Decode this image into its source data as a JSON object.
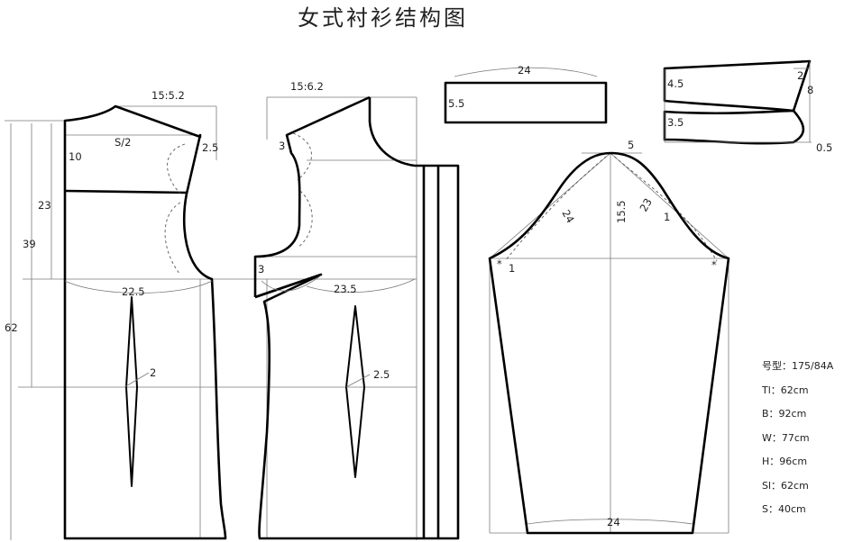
{
  "title": "女式衬衫结构图",
  "labels": {
    "back_shoulder": "15:5.2",
    "front_shoulder": "15:6.2",
    "s_half": "S/2",
    "back_neck_depth": "10",
    "back_shoulder_drop": "2.5",
    "front_shoulder_drop": "3",
    "dim_23": "23",
    "dim_39": "39",
    "dim_62": "62",
    "back_bust": "22.5",
    "front_bust": "23.5",
    "front_dart_3": "3",
    "back_dart": "2",
    "front_dart": "2.5",
    "collar_len": "24",
    "collar_w": "5.5",
    "cuff_45": "4.5",
    "cuff_2": "2",
    "cuff_8": "8",
    "cuff_35": "3.5",
    "cuff_05": "0.5",
    "sleeve_top": "5",
    "sleeve_cap_h": "15.5",
    "sleeve_back": "24",
    "sleeve_front": "23",
    "sleeve_1a": "1",
    "sleeve_1b": "1",
    "sleeve_star_l": "*",
    "sleeve_star_r": "*",
    "sleeve_hem": "24"
  },
  "specs": [
    "号型：175/84A",
    "Tl：62cm",
    "B：92cm",
    "W：77cm",
    "H：96cm",
    "Sl：62cm",
    "S：40cm"
  ]
}
